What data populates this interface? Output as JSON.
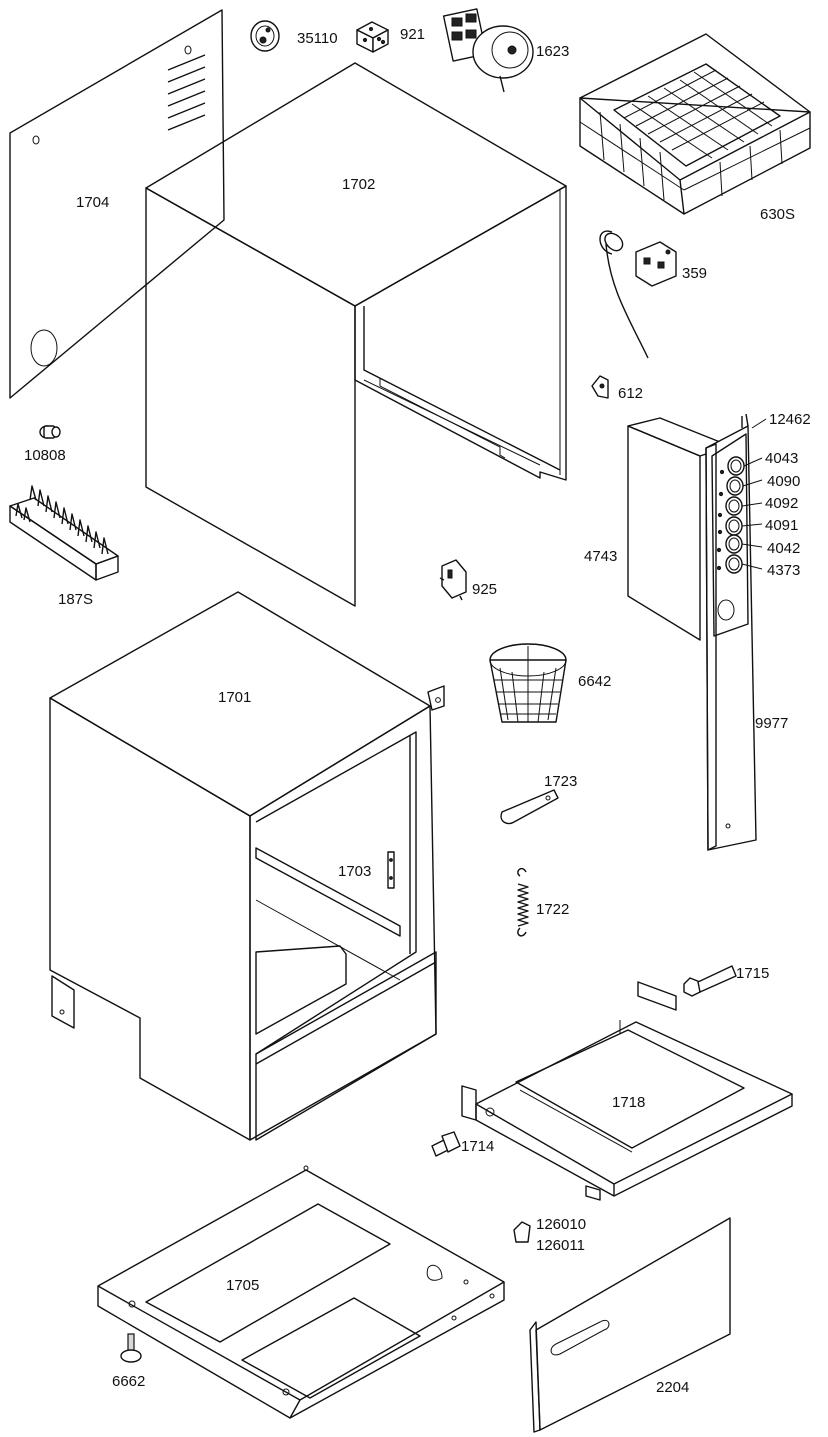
{
  "parts": {
    "p35110": "35110",
    "p921": "921",
    "p1623": "1623",
    "p1704": "1704",
    "p1702": "1702",
    "p630S": "630S",
    "p359": "359",
    "p612": "612",
    "p10808": "10808",
    "p187S": "187S",
    "p12462": "12462",
    "p4043": "4043",
    "p4090": "4090",
    "p4092": "4092",
    "p4091": "4091",
    "p4042": "4042",
    "p4373": "4373",
    "p4743": "4743",
    "p925": "925",
    "p6642": "6642",
    "p1701": "1701",
    "p9977": "9977",
    "p1723": "1723",
    "p1703": "1703",
    "p1722": "1722",
    "p1715": "1715",
    "p1718": "1718",
    "p1714": "1714",
    "p126010": "126010",
    "p126011": "126011",
    "p1705": "1705",
    "p6662": "6662",
    "p2204": "2204"
  }
}
